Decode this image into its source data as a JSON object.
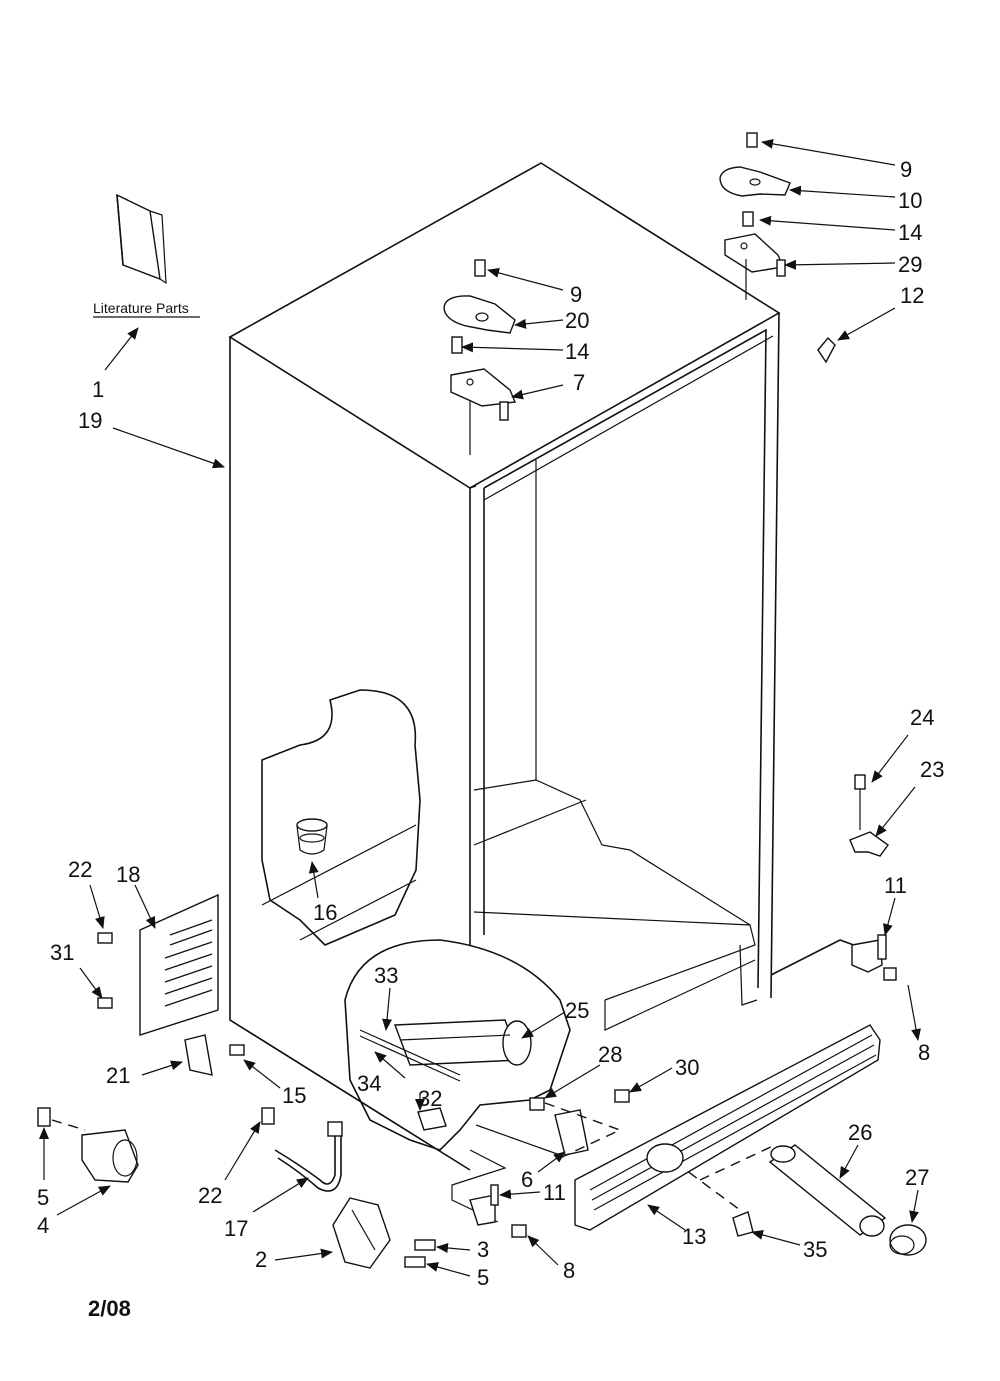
{
  "literature_parts_label": "Literature Parts",
  "date_code": "2/08",
  "callouts": [
    {
      "id": "c9a",
      "text": "9"
    },
    {
      "id": "c10",
      "text": "10"
    },
    {
      "id": "c14a",
      "text": "14"
    },
    {
      "id": "c29",
      "text": "29"
    },
    {
      "id": "c12",
      "text": "12"
    },
    {
      "id": "c9b",
      "text": "9"
    },
    {
      "id": "c20",
      "text": "20"
    },
    {
      "id": "c14b",
      "text": "14"
    },
    {
      "id": "c7",
      "text": "7"
    },
    {
      "id": "c1",
      "text": "1"
    },
    {
      "id": "c19",
      "text": "19"
    },
    {
      "id": "c24",
      "text": "24"
    },
    {
      "id": "c23",
      "text": "23"
    },
    {
      "id": "c11a",
      "text": "11"
    },
    {
      "id": "c8a",
      "text": "8"
    },
    {
      "id": "c22a",
      "text": "22"
    },
    {
      "id": "c18",
      "text": "18"
    },
    {
      "id": "c31",
      "text": "31"
    },
    {
      "id": "c16",
      "text": "16"
    },
    {
      "id": "c33",
      "text": "33"
    },
    {
      "id": "c25",
      "text": "25"
    },
    {
      "id": "c28",
      "text": "28"
    },
    {
      "id": "c30",
      "text": "30"
    },
    {
      "id": "c21",
      "text": "21"
    },
    {
      "id": "c15",
      "text": "15"
    },
    {
      "id": "c34",
      "text": "34"
    },
    {
      "id": "c32",
      "text": "32"
    },
    {
      "id": "c26",
      "text": "26"
    },
    {
      "id": "c27",
      "text": "27"
    },
    {
      "id": "c5a",
      "text": "5"
    },
    {
      "id": "c4",
      "text": "4"
    },
    {
      "id": "c22b",
      "text": "22"
    },
    {
      "id": "c17",
      "text": "17"
    },
    {
      "id": "c6",
      "text": "6"
    },
    {
      "id": "c11b",
      "text": "11"
    },
    {
      "id": "c13",
      "text": "13"
    },
    {
      "id": "c35",
      "text": "35"
    },
    {
      "id": "c2",
      "text": "2"
    },
    {
      "id": "c3",
      "text": "3"
    },
    {
      "id": "c5b",
      "text": "5"
    },
    {
      "id": "c8b",
      "text": "8"
    }
  ]
}
